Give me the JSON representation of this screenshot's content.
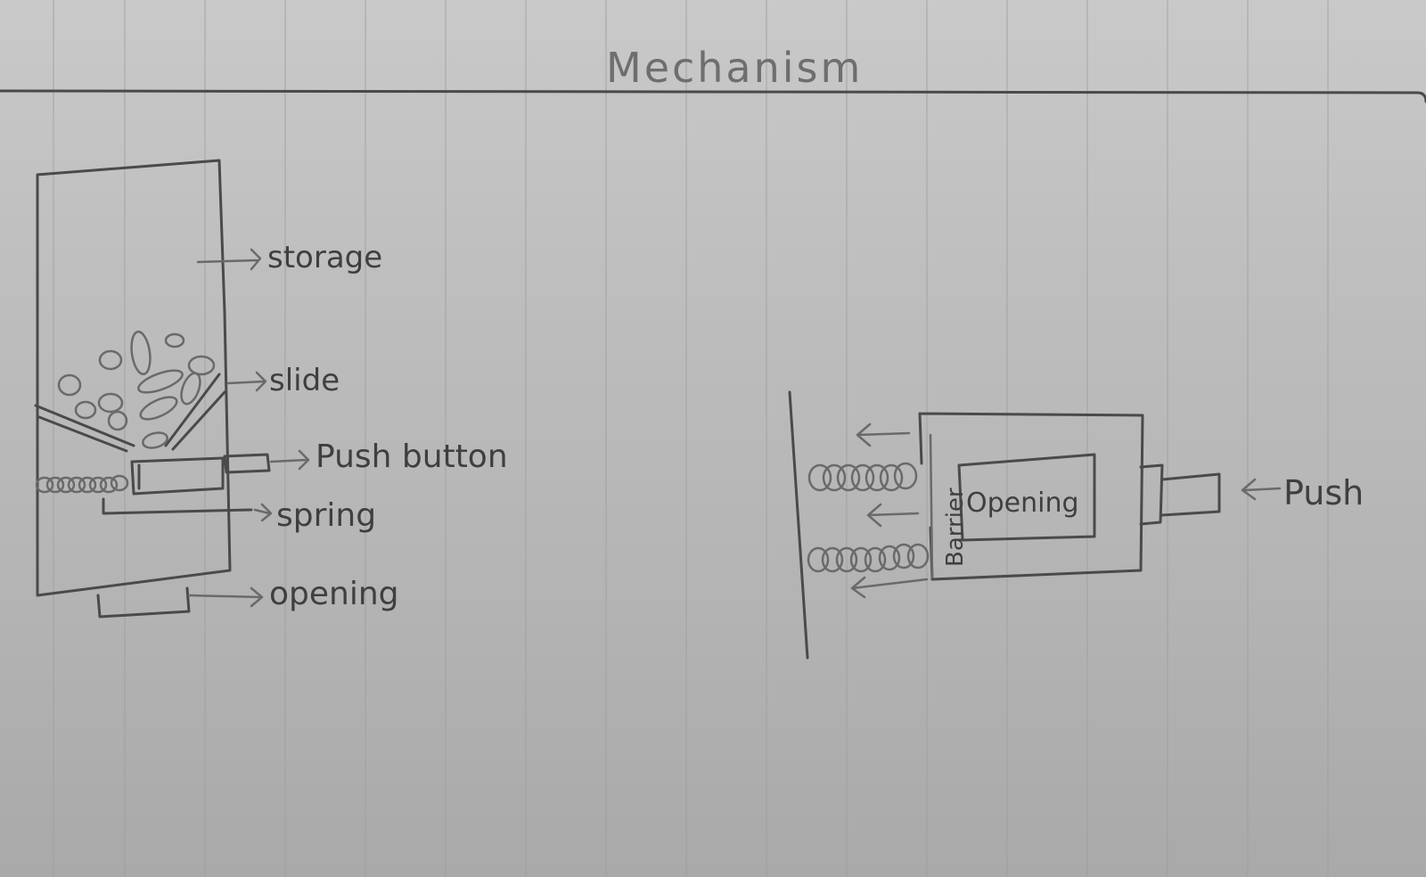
{
  "title": "Mechanism",
  "side_view": {
    "labels": {
      "storage": "storage",
      "slide": "slide",
      "push_button": "Push button",
      "spring": "spring",
      "opening": "opening"
    }
  },
  "top_view": {
    "labels": {
      "barrier": "Barrier",
      "opening": "Opening",
      "push": "Push"
    }
  },
  "colors": {
    "ink": "#4a4a4a",
    "paper": "#bdbdbd"
  }
}
